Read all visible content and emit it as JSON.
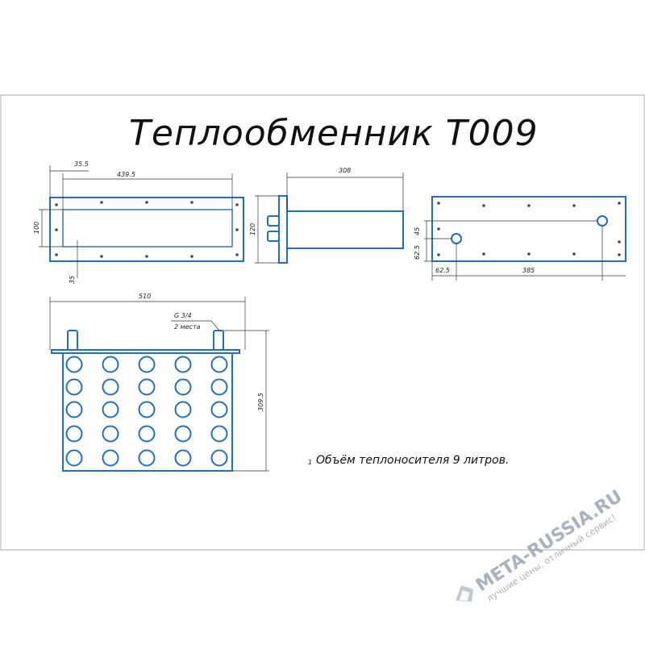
{
  "title": "Теплообменник Т009",
  "note": "Объём теплоносителя 9 литров.",
  "note_marker": "1",
  "dimensions": {
    "front_offset": "35.5",
    "front_inner": "439.5",
    "front_height": "100",
    "front_bottom": "35",
    "side_length": "308",
    "side_height": "120",
    "back_v1": "45",
    "back_v2": "62.5",
    "back_h1": "62.5",
    "back_h2": "385",
    "bottom_width": "510",
    "thread": "G 3/4",
    "thread_count": "2 места",
    "bottom_height": "309.5"
  },
  "watermark": {
    "brand": "META-RUSSIA.RU",
    "slogan": "лучшие цены, отличный сервис!"
  },
  "colors": {
    "line": "#1f6ec9",
    "frame": "#c8c8c8",
    "text": "#111111"
  }
}
